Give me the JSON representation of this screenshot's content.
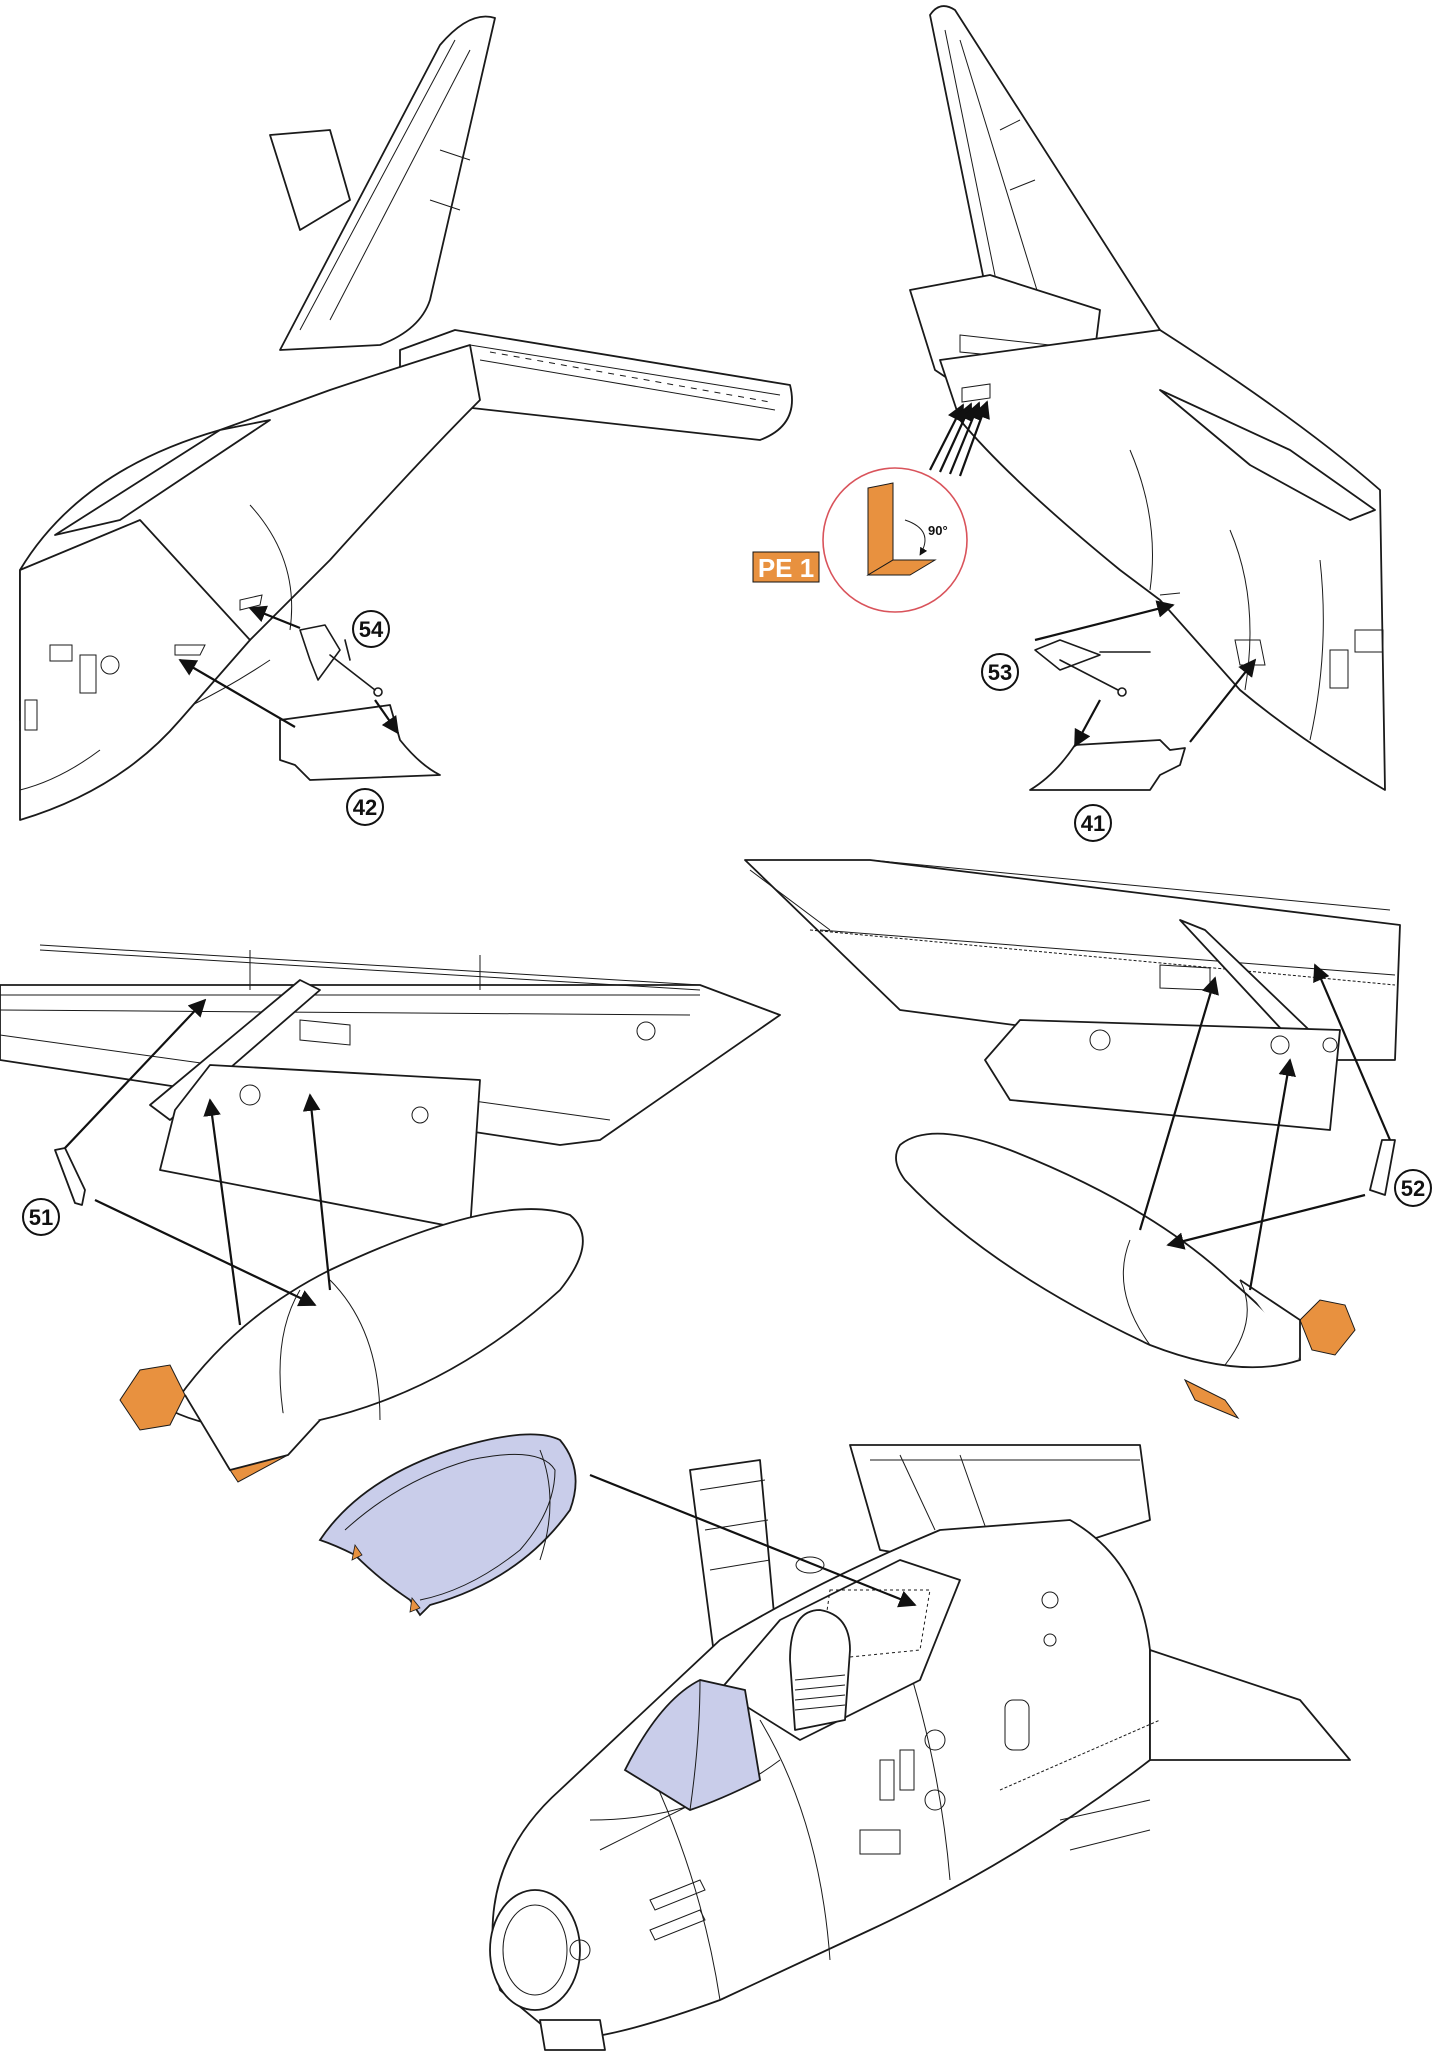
{
  "callouts": {
    "part_54": "54",
    "part_42": "42",
    "part_53": "53",
    "part_41": "41",
    "part_51": "51",
    "part_52": "52"
  },
  "photoetch": {
    "label": "PE 1",
    "angle": "90°"
  },
  "colors": {
    "photoetch": "#e8913f",
    "clear_parts": "#c9cdea",
    "line": "#1a1a1a",
    "magnifier_ring": "#d9535b"
  }
}
